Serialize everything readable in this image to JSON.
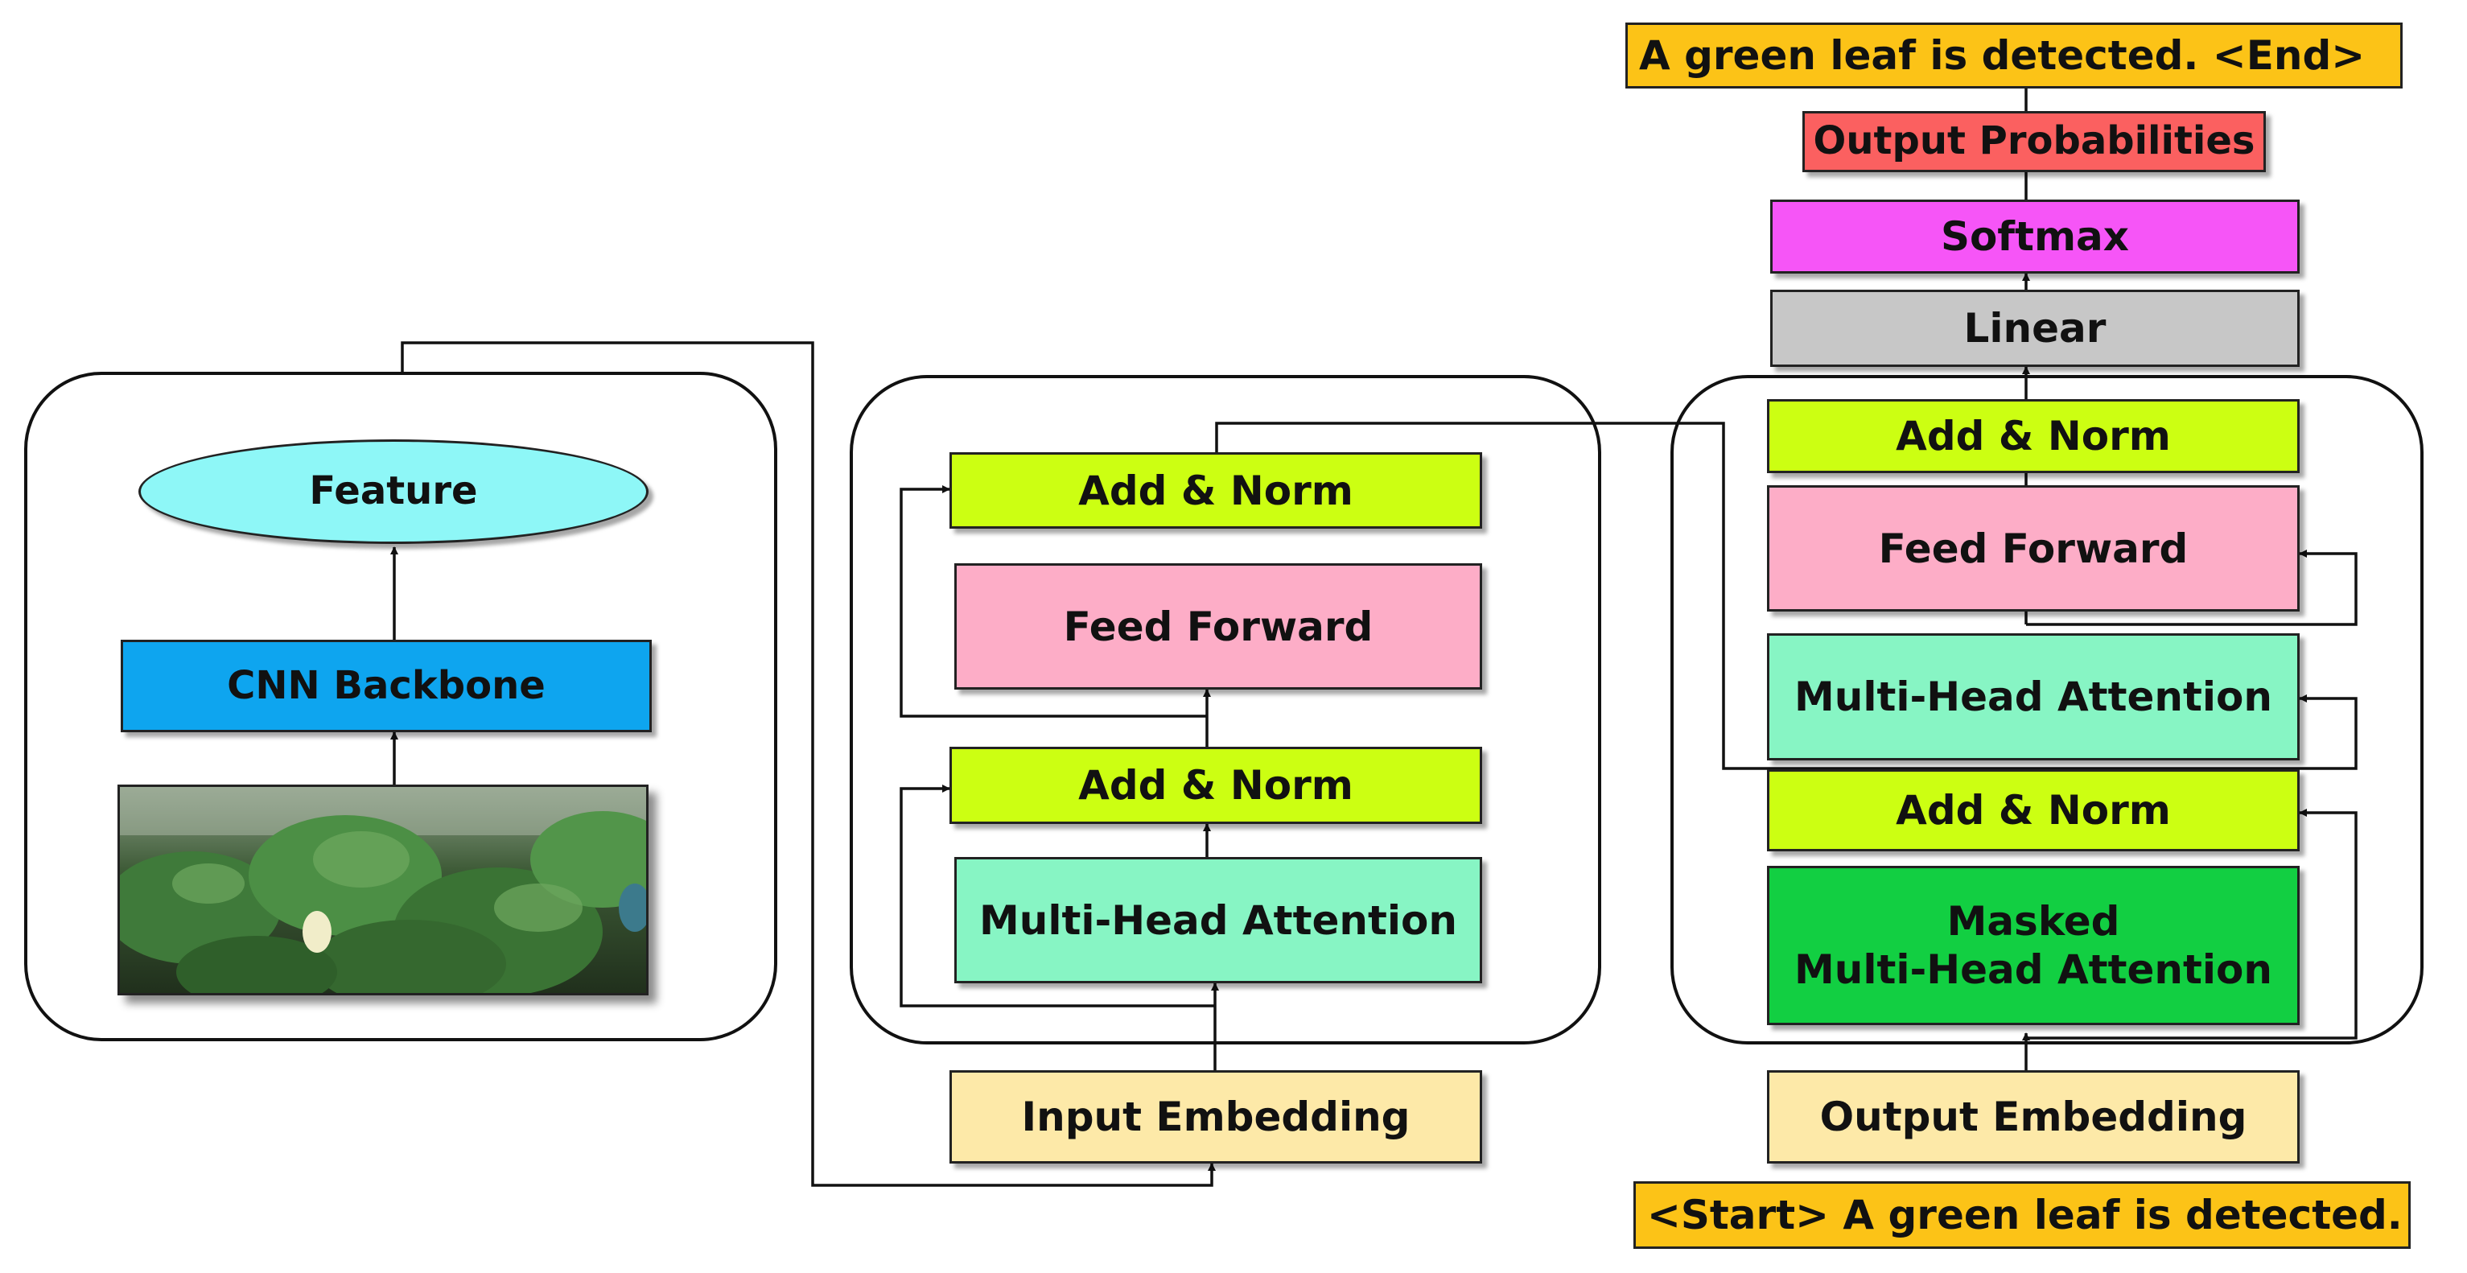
{
  "cnn": {
    "feature": "Feature",
    "backbone": "CNN Backbone"
  },
  "encoder": {
    "add_norm_top": "Add & Norm",
    "feed_forward": "Feed Forward",
    "add_norm_bottom": "Add & Norm",
    "multi_head_attention": "Multi-Head Attention",
    "input_embedding": "Input Embedding"
  },
  "decoder": {
    "output_sentence": "A green leaf is detected. <End>",
    "output_probabilities": "Output Probabilities",
    "softmax": "Softmax",
    "linear": "Linear",
    "add_norm_top": "Add & Norm",
    "feed_forward": "Feed Forward",
    "multi_head_attention": "Multi-Head Attention",
    "add_norm_bottom": "Add & Norm",
    "masked_line1": "Masked",
    "masked_line2": "Multi-Head Attention",
    "output_embedding": "Output Embedding",
    "input_sentence": "<Start> A green leaf is detected."
  },
  "colors": {
    "feature": "#8ef7f7",
    "cnn_backbone": "#0ea5ef",
    "add_norm": "#ccff12",
    "feed_forward": "#fdadc7",
    "multi_head_attention": "#87f5c4",
    "embedding": "#fde9a8",
    "sentence": "#fcc317",
    "output_probabilities": "#fb6060",
    "softmax": "#f655f7",
    "linear": "#c7c7c7",
    "masked_attention": "#12cf42"
  }
}
